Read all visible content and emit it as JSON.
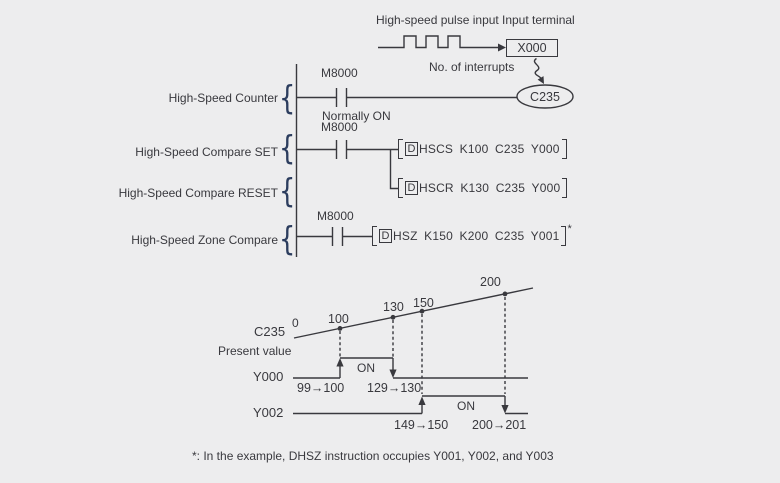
{
  "colors": {
    "background": "#ededee",
    "ink": "#39393e",
    "brace": "#2c3d5e"
  },
  "top": {
    "pulse_label": "High-speed pulse input",
    "terminal_label": "Input terminal",
    "terminal_name": "X000",
    "interrupts_label": "No. of interrupts",
    "coil_name": "C235"
  },
  "ladder": {
    "brace": "{",
    "rows": [
      {
        "label": "High-Speed Counter",
        "contact": "M8000",
        "note": "Normally ON"
      },
      {
        "label": "High-Speed Compare SET",
        "contact": "M8000",
        "instruction": {
          "prefix": "D",
          "body": "HSCS K100 C235 Y000"
        }
      },
      {
        "label": "High-Speed Compare RESET",
        "instruction": {
          "prefix": "D",
          "body": "HSCR K130 C235 Y000"
        }
      },
      {
        "label": "High-Speed Zone Compare",
        "contact": "M8000",
        "instruction": {
          "prefix": "D",
          "body": "HSZ K150 K200 C235 Y001"
        },
        "suffix": "*"
      }
    ]
  },
  "timing": {
    "counter_name": "C235",
    "counter_sub": "Present value",
    "zero": "0",
    "value_labels": [
      "100",
      "130",
      "150",
      "200"
    ],
    "signals": [
      {
        "name": "Y000",
        "on": "ON",
        "rise": "99→100",
        "fall": "129→130"
      },
      {
        "name": "Y002",
        "on": "ON",
        "rise": "149→150",
        "fall": "200→201"
      }
    ]
  },
  "footnote": "*: In the example, DHSZ instruction occupies Y001, Y002, and Y003",
  "chart_data": {
    "type": "line",
    "x_points": [
      0,
      100,
      130,
      150,
      200
    ],
    "series": [
      {
        "name": "C235 Present value",
        "kind": "ramp",
        "values": [
          0,
          100,
          130,
          150,
          200
        ]
      },
      {
        "name": "Y000",
        "kind": "digital",
        "on_interval": [
          100,
          130
        ],
        "set_at": "99→100",
        "reset_at": "129→130"
      },
      {
        "name": "Y002",
        "kind": "digital",
        "on_interval": [
          150,
          200
        ],
        "set_at": "149→150",
        "reset_at": "200→201"
      }
    ],
    "annotations": [
      "0",
      "100",
      "130",
      "150",
      "200",
      "ON"
    ]
  }
}
